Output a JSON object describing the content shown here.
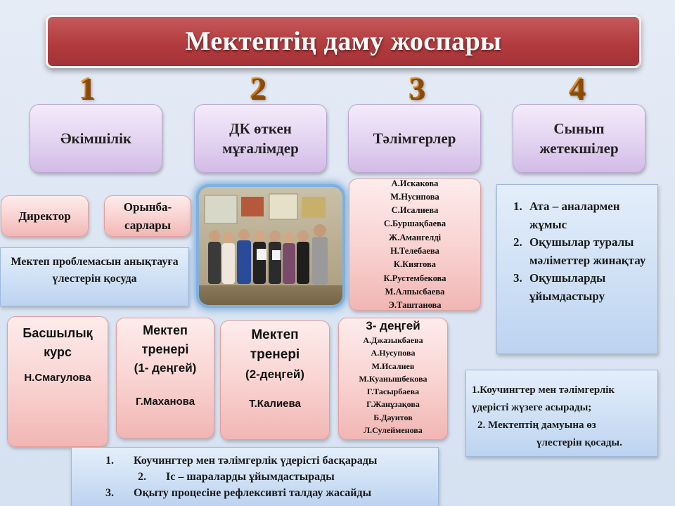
{
  "title": "Мектептің даму жоспары",
  "numbers": [
    "1",
    "2",
    "3",
    "4"
  ],
  "headers": {
    "administration": "Әкімшілік",
    "trained_teachers": "ДК өткен мұғалімдер",
    "mentors": "Тәлімгерлер",
    "class_teachers": "Сынып жетекшілер"
  },
  "director": "Директор",
  "deputies": "Орынба-сарлары",
  "admin_role": "Мектеп проблемасын анықтауға үлестерін қосуда",
  "mentor_names": [
    "А.Искакова",
    "М.Нусипова",
    "С.Исалиева",
    "С.Буршақбаева",
    "Ж.Амангелді",
    "Н.Телебаева",
    "К.Киятова",
    "К.Рустембекова",
    "М.Алпысбаева",
    "Э.Таштанова"
  ],
  "class_teacher_tasks": [
    "Ата – аналармен жұмыс",
    "Оқушылар туралы мәліметтер жинақтау",
    "Оқушыларды ұйымдастыру"
  ],
  "leading_course": {
    "title_line1": "Басшылық",
    "title_line2": "курс",
    "name": "Н.Смагулова"
  },
  "trainer1": {
    "line1": "Мектеп",
    "line2": "тренері",
    "line3": "(1- деңгей)",
    "name": "Г.Маханова"
  },
  "trainer2": {
    "line1": "Мектеп",
    "line2": "тренері",
    "line3": "(2-деңгей)",
    "name": "Т.Калиева"
  },
  "level3": {
    "title": "3- деңгей",
    "names": [
      "А.Джазыкбаева",
      "А.Нусупова",
      "М.Исалиев",
      "М.Куанышбекова",
      "Г.Тасырбаева",
      "Г.Жанұзақова",
      "Б.Дауитов",
      "Л.Сулейменова"
    ]
  },
  "mentor_role": {
    "line1": "1.Коучингтер мен тәлімгерлік",
    "line2": "үдерісті жүзеге асырады;",
    "line3": "2. Мектептің дамуына өз",
    "line4": "үлестерін қосады."
  },
  "bottom_list": {
    "numbers": [
      "1.",
      "2.",
      "3."
    ],
    "items": [
      "Коучингтер мен тәлімгерлік үдерісті басқарады",
      "Іс – шараларды ұйымдастырады",
      "Оқыту процесіне рефлексивті талдау жасайды"
    ]
  },
  "colors": {
    "title_bg": "#b23c3f",
    "number_orange": "#d8831e",
    "lavender": "#e3d2f0",
    "pink": "#f9d4d2",
    "blue": "#cfe0f5"
  }
}
